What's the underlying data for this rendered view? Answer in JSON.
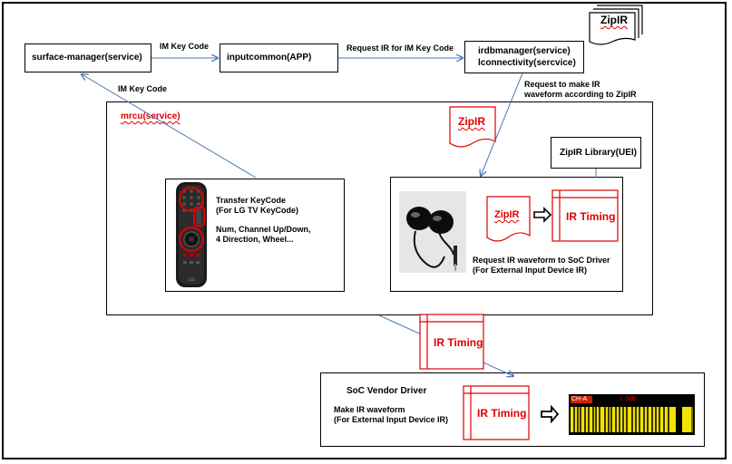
{
  "nodes": {
    "surface_manager": "surface-manager(service)",
    "inputcommon": "inputcommon(APP)",
    "irdbmanager_line1": "irdbmanager(service)",
    "irdbmanager_line2": "lconnectivity(sercvice)",
    "zipir_doc_top": "ZipIR",
    "mrcu": "mrcu(service)",
    "zipir_doc_mrcu": "ZipIR",
    "zipir_library": "ZipIR Library(UEI)",
    "zipir_doc_inner": "ZipIR",
    "ir_timing_inner": "IR Timing",
    "ir_timing_mid": "IR Timing",
    "soc_vendor_driver": "SoC Vendor Driver",
    "ir_timing_soc": "IR Timing"
  },
  "edge_labels": {
    "im_key_code_1": "IM Key Code",
    "request_ir": "Request IR for IM Key Code",
    "request_make_ir_1": "Request to make IR",
    "request_make_ir_2": "waveform according to ZipIR",
    "im_key_code_2": "IM Key Code"
  },
  "remote_panel": {
    "line1": "Transfer KeyCode",
    "line2": "(For LG TV KeyCode)",
    "line3": "Num, Channel Up/Down,",
    "line4": "4 Direction, Wheel..."
  },
  "earphone_panel": {
    "line1": "Request IR waveform to SoC Driver",
    "line2": "(For External Input Device IR)"
  },
  "soc_panel": {
    "line1": "Make IR waveform",
    "line2": "(For External Input Device IR)"
  },
  "waveform_display": {
    "left_tag": "CH-A",
    "mid_tag": "1.0dB"
  },
  "colors": {
    "accent_red": "#e00000",
    "arrow_blue": "#4a79b4",
    "waveform_yellow": "#f2e200"
  },
  "icons": [
    "document-icon",
    "remote-control-image",
    "earphones-image",
    "right-arrow-icon",
    "waveform-image"
  ]
}
